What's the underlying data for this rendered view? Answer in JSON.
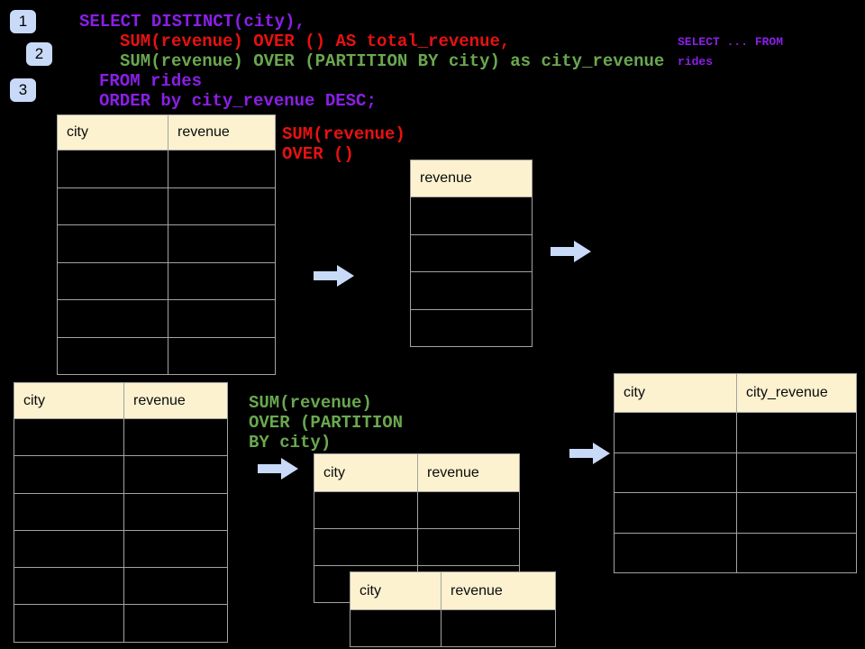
{
  "colors": {
    "background": "#000000",
    "table_header_fill": "#FCF2CF",
    "table_border": "#A3A3A3",
    "arrow_fill": "#C9DAF8",
    "badge_fill": "#C9DAF8",
    "sql_purple": "#8B1FE8",
    "sql_red": "#E81111",
    "sql_green": "#6AA84F"
  },
  "badges": {
    "b1": "1",
    "b2": "2",
    "b3": "3"
  },
  "sql": {
    "line1": "SELECT DISTINCT(city),",
    "line2": "SUM(revenue) OVER () AS total_revenue,",
    "line3": "SUM(revenue) OVER (PARTITION BY city) as city_revenue",
    "line4": "FROM rides",
    "line5": "ORDER by city_revenue DESC;"
  },
  "side_note": "SELECT ... FROM\nrides",
  "annotations": {
    "total_revenue": "SUM(revenue)\nOVER ()",
    "partition": "SUM(revenue)\nOVER (PARTITION\nBY city)"
  },
  "tables": {
    "source_top": {
      "headers": [
        "city",
        "revenue"
      ],
      "rows": 6
    },
    "total_result": {
      "headers": [
        "revenue"
      ],
      "rows": 4
    },
    "source_bottom": {
      "headers": [
        "city",
        "revenue"
      ],
      "rows": 6
    },
    "partition_mid": {
      "headers": [
        "city",
        "revenue"
      ],
      "rows": 3
    },
    "partition_overlap": {
      "headers": [
        "city",
        "revenue"
      ],
      "rows": 1
    },
    "city_revenue_result": {
      "headers": [
        "city",
        "city_revenue"
      ],
      "rows": 4
    }
  }
}
